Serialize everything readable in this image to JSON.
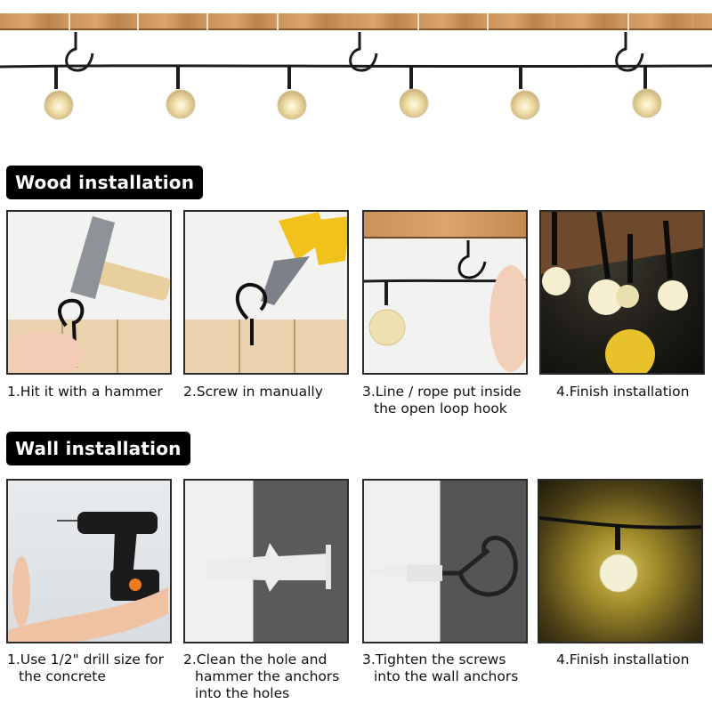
{
  "banner": {
    "description": "String lights hanging from wooden beam on open loop hooks",
    "bulb_count": 6,
    "hook_count": 3,
    "colors": {
      "wood": "#d0995e",
      "wire": "#1c1c1c",
      "bulb_glow": "#f3e3b4"
    }
  },
  "sections": [
    {
      "title": "Wood installation",
      "steps": [
        {
          "image_label": "hammer-hitting-hook",
          "caption_line1": "1.Hit it with a hammer",
          "caption_line2": ""
        },
        {
          "image_label": "pliers-screwing-hook",
          "caption_line1": "2.Screw in manually",
          "caption_line2": ""
        },
        {
          "image_label": "rope-into-loop-hook",
          "caption_line1": "3.Line / rope put inside",
          "caption_line2": "the open loop hook"
        },
        {
          "image_label": "finished-lights-under-pergola",
          "caption_line1": "4.Finish installation",
          "caption_line2": ""
        }
      ]
    },
    {
      "title": "Wall installation",
      "steps": [
        {
          "image_label": "drilling-wall",
          "caption_line1": "1.Use 1/2\" drill size for",
          "caption_line2": "the concrete",
          "caption_line3": ""
        },
        {
          "image_label": "wall-anchor",
          "caption_line1": "2.Clean the hole and",
          "caption_line2": "hammer the anchors",
          "caption_line3": "into the holes"
        },
        {
          "image_label": "hook-in-anchor",
          "caption_line1": "3.Tighten the screws",
          "caption_line2": "into the wall anchors",
          "caption_line3": ""
        },
        {
          "image_label": "finished-single-bulb",
          "caption_line1": "4.Finish installation",
          "caption_line2": "",
          "caption_line3": ""
        }
      ]
    }
  ],
  "colors": {
    "tag_bg": "#000000",
    "tag_text": "#ffffff",
    "caption_text": "#111111",
    "panel_border": "#2b2b2b"
  }
}
